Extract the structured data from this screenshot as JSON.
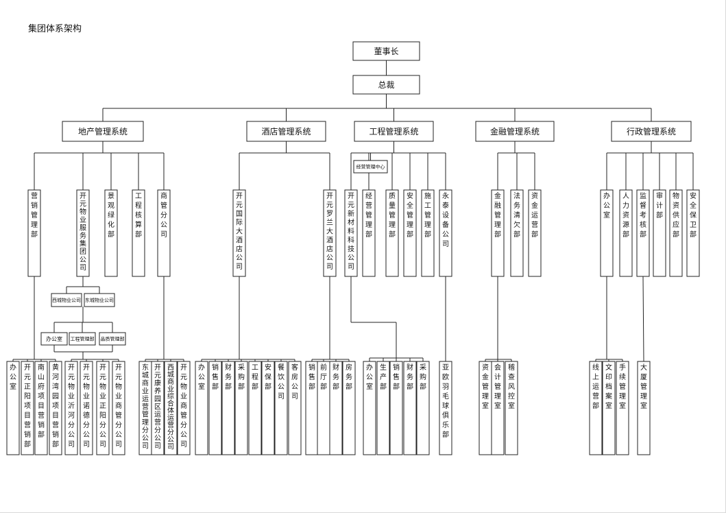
{
  "title": "集团体系架构",
  "nodes": {
    "chairman": "董事长",
    "ceo": "总裁",
    "sys_realestate": "地产管理系统",
    "sys_hotel": "酒店管理系统",
    "sys_engineering": "工程管理系统",
    "sys_finance": "金融管理系统",
    "sys_admin": "行政管理系统",
    "re_marketing": "营销管理部",
    "re_property_group": "开元物业服务集团公司",
    "re_landscape": "景观绿化部",
    "re_cost": "工程核算部",
    "re_commerce": "商管分公司",
    "prop_west": "西城物业公司",
    "prop_east": "东城物业公司",
    "prop_office": "办公室",
    "prop_eng": "工程管理部",
    "prop_quality": "品质管理部",
    "mk_office": "办公室",
    "mk_zhengzhou": "开元正阳项目营销部",
    "mk_nanshan": "南山府项目营销部",
    "mk_huangheyuan": "黄河湾园项目营销部",
    "pg_yihe": "开元物业沂河分公司",
    "pg_nuoda": "开元物业诺德分公司",
    "pg_zhengyang": "开元物业正阳分公司",
    "pg_commerce": "开元物业商管分公司",
    "cm_dongcheng": "东城商业运营管理分公司",
    "cm_hotel": "开元康养园区运营分公司",
    "cm_xicheng": "西城商业综合体运营分公司",
    "cm_wuye": "开元物业商管分公司",
    "hotel_intl": "开元国际大酒店公司",
    "hotel_luoyang": "开元罗兰大酒店公司",
    "hi_office": "办公室",
    "hi_sales": "销售部",
    "hi_finance": "财务部",
    "hi_purchase": "采购部",
    "hi_eng": "工程部",
    "hi_security": "安保部",
    "hi_catering": "餐饮公司",
    "hi_rooms": "客房公司",
    "hl_sales": "销售部",
    "hl_front": "前厅部",
    "hl_finance": "财务部",
    "hl_rooms": "房务部",
    "eng_center": "经营管理中心",
    "eng_materials": "开元新材料科技公司",
    "eng_ops": "经营管理部",
    "eng_quality": "质量管理部",
    "eng_safety": "安全管理部",
    "eng_construction": "施工管理部",
    "eng_yongtai": "永泰设备公司",
    "em_office": "办公室",
    "em_production": "生产部",
    "em_sales": "销售部",
    "em_finance": "财务部",
    "em_purchase": "采购部",
    "ey_club": "亚欧羽毛球俱乐部",
    "fin_mgmt": "金融管理部",
    "fin_legal": "法务清欠部",
    "fin_capital": "资金运营部",
    "fm_capital": "资金管理室",
    "fm_accounting": "会计管理室",
    "fm_audit": "稽查风控室",
    "adm_office": "办公室",
    "adm_hr": "人力资源部",
    "adm_supervision": "监督考核部",
    "adm_audit": "审计部",
    "adm_supply": "物资供应部",
    "adm_safety": "安全保卫部",
    "ao_online": "线上运营部",
    "ao_archive": "文印档案室",
    "ao_property": "手续管理室",
    "as_building": "大厦管理室"
  }
}
